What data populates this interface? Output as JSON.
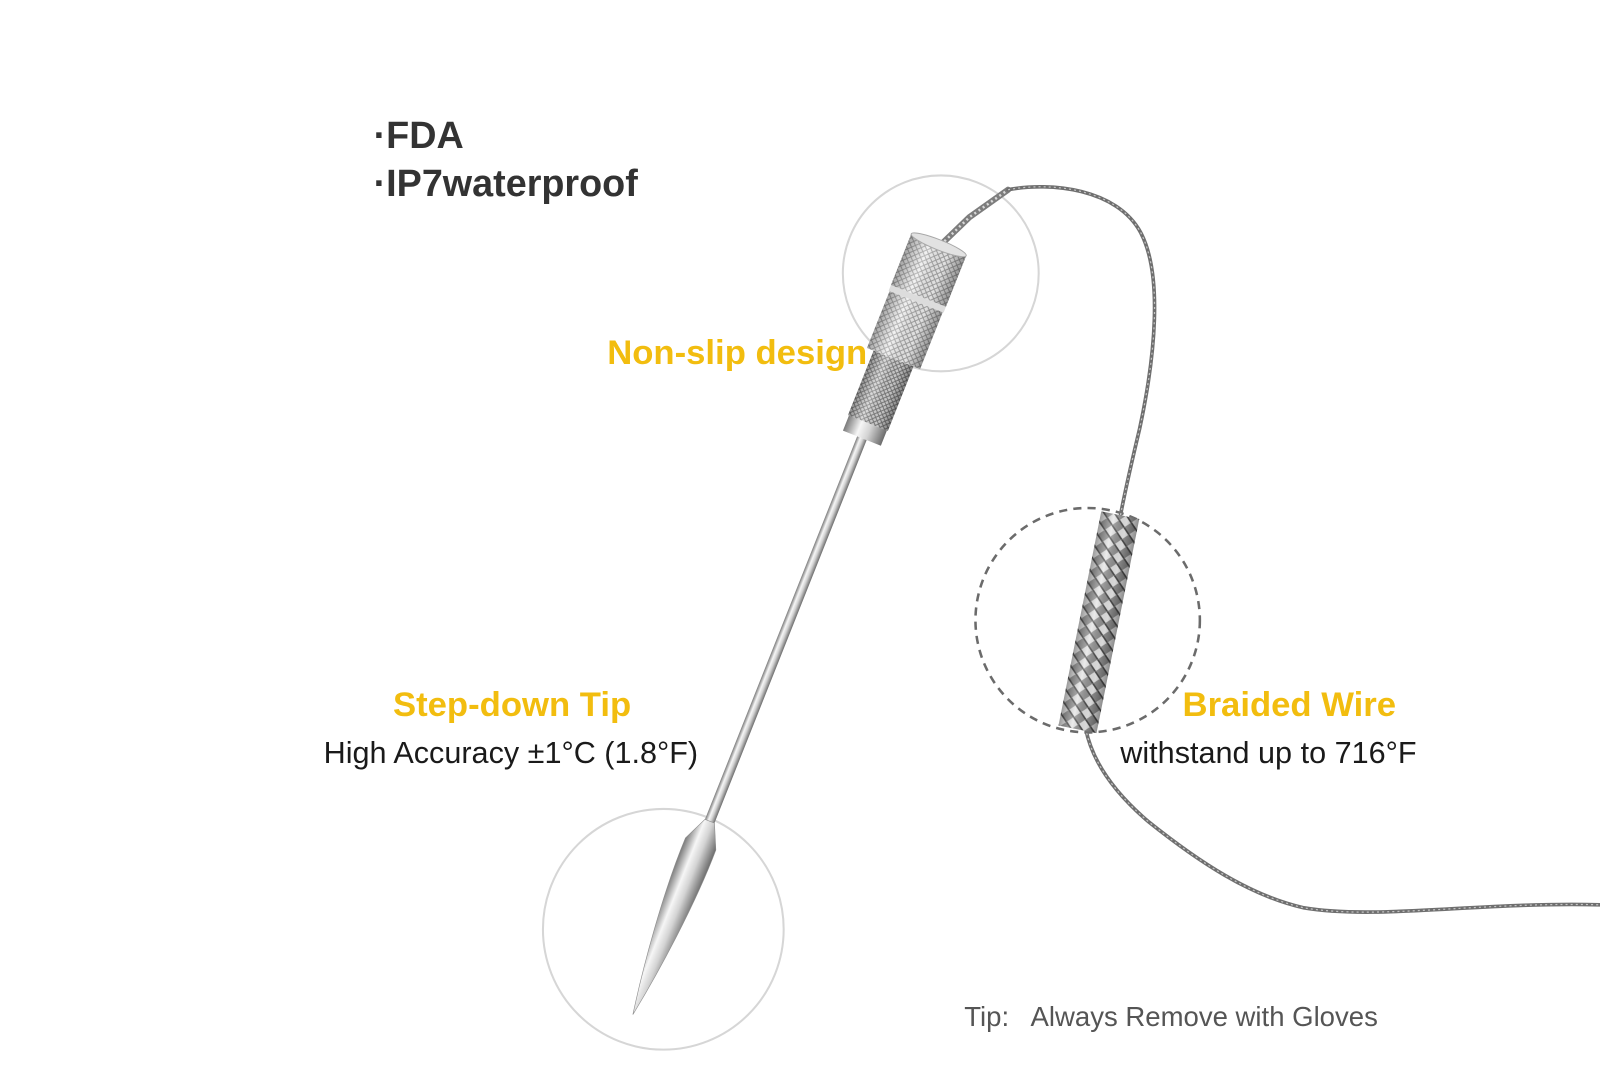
{
  "features": [
    "·FDA",
    "·IP7waterproof"
  ],
  "callouts": {
    "non_slip": {
      "title": "Non-slip design"
    },
    "step_down_tip": {
      "title": "Step-down Tip",
      "detail": "High Accuracy ±1°C (1.8°F)"
    },
    "braided_wire": {
      "title": "Braided Wire",
      "detail": "withstand up to 716°F"
    }
  },
  "note": {
    "label": "Tip:",
    "text": "Always Remove with Gloves"
  },
  "colors": {
    "accent": "#F2BD0F",
    "heading": "#333333",
    "body": "#1a1a1a",
    "note": "#555555",
    "wire": "#6f6f6f",
    "magnifier_ring": "#d6d6d6",
    "dashed_ring": "#6b6b6b"
  }
}
